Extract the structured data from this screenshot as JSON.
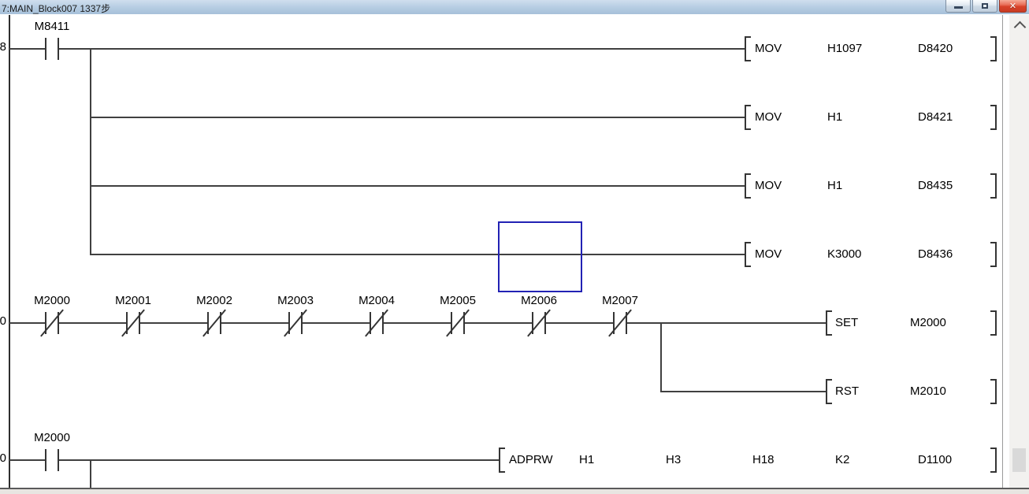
{
  "window": {
    "title": "7:MAIN_Block007 1337步",
    "controls": {
      "minimize_label": "minimize",
      "restore_label": "restore",
      "close_label": "close",
      "close_glyph": "✕"
    }
  },
  "colors": {
    "selection_border": "#2222b4",
    "ladder_line": "#404040",
    "titlebar": "#b9cfe4",
    "close_button": "#d8432a",
    "scrollbar_track": "#f2f1ef",
    "scrollbar_thumb": "#d9d9d9"
  },
  "ladder": {
    "rungs": [
      {
        "step": "8",
        "contacts": [
          {
            "label": "M8411",
            "type": "NO"
          }
        ],
        "rows": [
          {
            "instruction": [
              "MOV",
              "H1097",
              "D8420"
            ]
          },
          {
            "instruction": [
              "MOV",
              "H1",
              "D8421"
            ]
          },
          {
            "instruction": [
              "MOV",
              "H1",
              "D8435"
            ]
          },
          {
            "instruction": [
              "MOV",
              "K3000",
              "D8436"
            ]
          }
        ]
      },
      {
        "step": "0",
        "contacts": [
          {
            "label": "M2000",
            "type": "NC"
          },
          {
            "label": "M2001",
            "type": "NC"
          },
          {
            "label": "M2002",
            "type": "NC"
          },
          {
            "label": "M2003",
            "type": "NC"
          },
          {
            "label": "M2004",
            "type": "NC"
          },
          {
            "label": "M2005",
            "type": "NC"
          },
          {
            "label": "M2006",
            "type": "NC"
          },
          {
            "label": "M2007",
            "type": "NC"
          }
        ],
        "rows": [
          {
            "instruction": [
              "SET",
              "M2000"
            ]
          },
          {
            "instruction": [
              "RST",
              "M2010"
            ]
          }
        ]
      },
      {
        "step": "0",
        "contacts": [
          {
            "label": "M2000",
            "type": "NO"
          }
        ],
        "rows": [
          {
            "instruction": [
              "ADPRW",
              "H1",
              "H3",
              "H18",
              "K2",
              "D1100"
            ]
          }
        ]
      }
    ],
    "selection_cell": {
      "column_label": "M2006",
      "row_instruction": "MOV K3000 D8436"
    }
  }
}
